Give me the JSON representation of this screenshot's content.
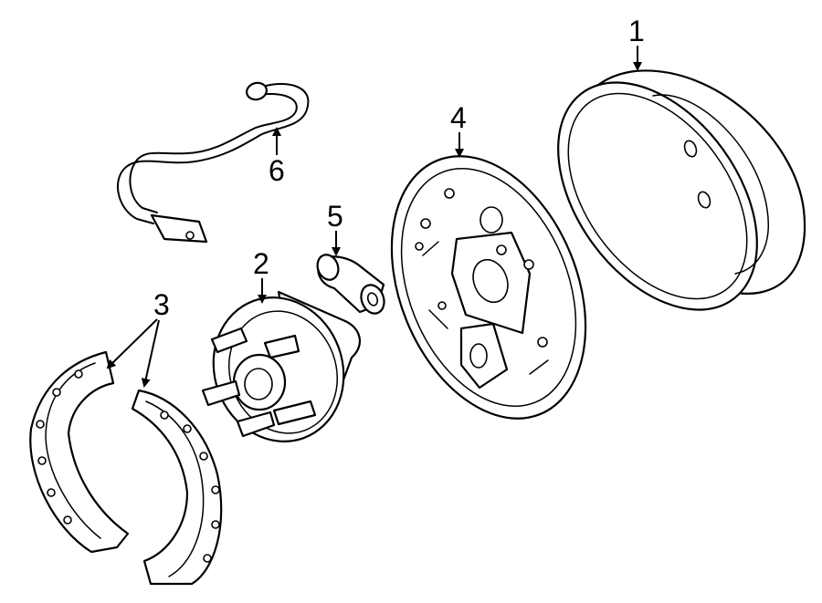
{
  "callouts": [
    {
      "id": "1",
      "part": "brake-drum"
    },
    {
      "id": "2",
      "part": "hub-and-bearing"
    },
    {
      "id": "3",
      "part": "brake-shoes"
    },
    {
      "id": "4",
      "part": "backing-plate"
    },
    {
      "id": "5",
      "part": "wheel-cylinder"
    },
    {
      "id": "6",
      "part": "abs-sensor-cable"
    }
  ]
}
